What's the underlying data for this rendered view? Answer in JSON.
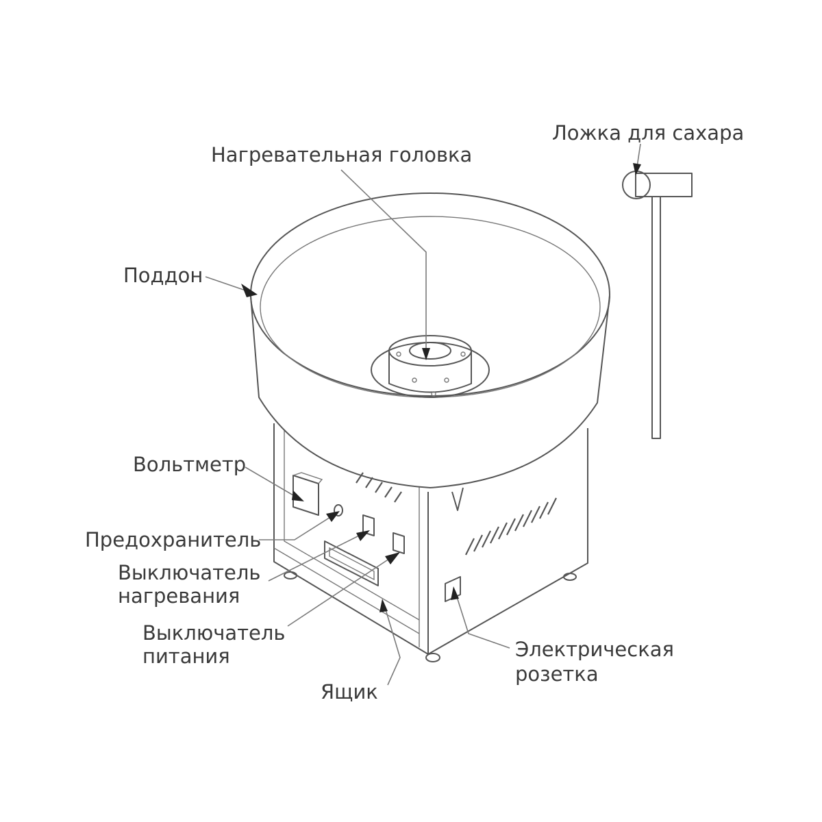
{
  "labels": {
    "heating_head": "Нагревательная головка",
    "sugar_spoon": "Ложка для сахара",
    "pan": "Поддон",
    "voltmeter": "Вольтметр",
    "fuse": "Предохранитель",
    "heating_switch_line1": "Выключатель",
    "heating_switch_line2": "нагревания",
    "power_switch_line1": "Выключатель",
    "power_switch_line2": "питания",
    "drawer": "Ящик",
    "socket_line1": "Электрическая",
    "socket_line2": "розетка"
  }
}
